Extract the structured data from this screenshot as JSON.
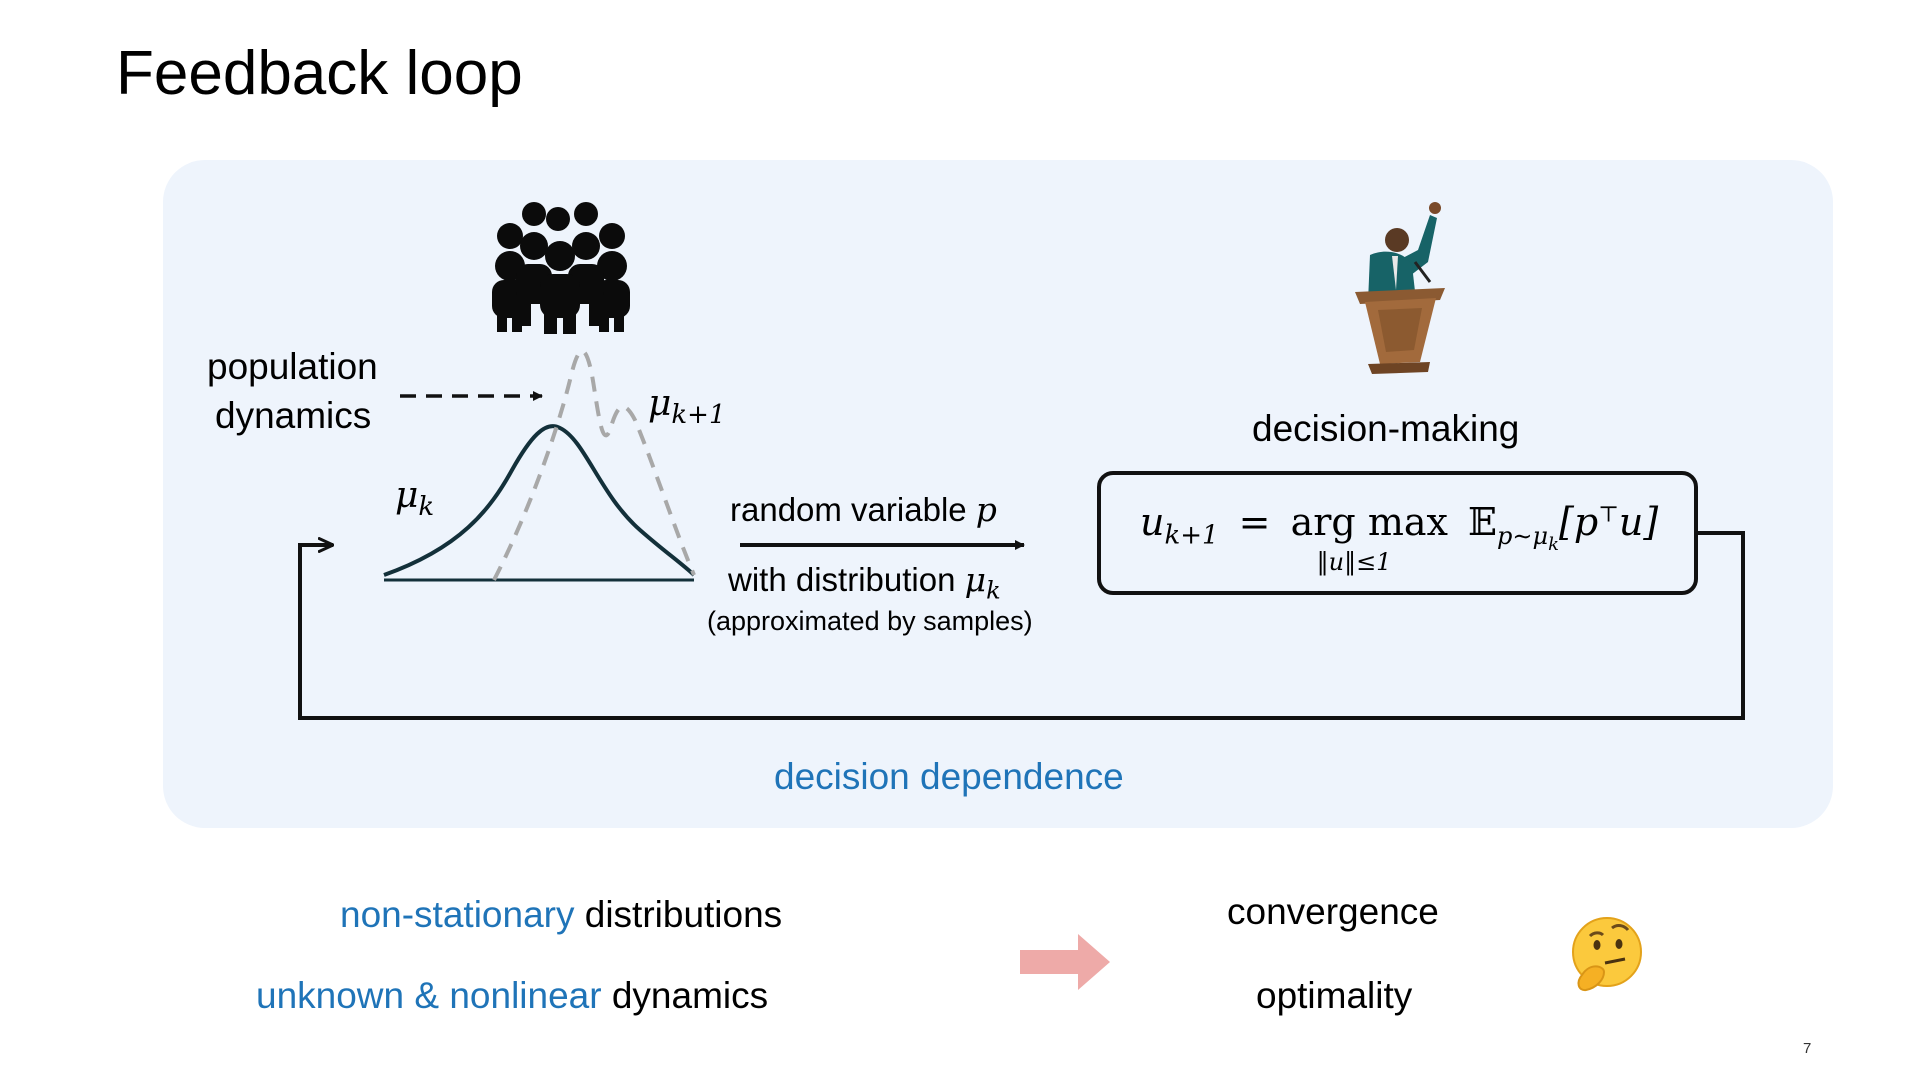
{
  "slide": {
    "title": "Feedback loop",
    "page_number": "7"
  },
  "diagram": {
    "population_label_line1": "population",
    "population_label_line2": "dynamics",
    "mu_k": "μ",
    "mu_k_sub": "k",
    "mu_k1": "μ",
    "mu_k1_sub": "k+1",
    "rv_label": "random variable",
    "rv_symbol": "p",
    "dist_label": "with distribution",
    "dist_symbol": "μ",
    "dist_symbol_sub": "k",
    "approx_note": "(approximated by samples)",
    "decision_label": "decision-making",
    "formula": {
      "lhs": "u",
      "lhs_sub": "k+1",
      "eq": "=",
      "op": "arg max",
      "op_sub": "‖u‖≤1",
      "expect": "𝔼",
      "expect_sub": "p∼μ",
      "expect_sub_sub": "k",
      "body_open": "[p",
      "transpose": "⊤",
      "body_close": "u]"
    },
    "loop_label": "decision dependence"
  },
  "bottom": {
    "row1_highlight": "non-stationary",
    "row1_rest": " distributions",
    "row2_highlight": "unknown & nonlinear",
    "row2_rest": " dynamics",
    "outcome1": "convergence",
    "outcome2": "optimality",
    "thinking_emoji": "🤔"
  },
  "colors": {
    "accent_blue": "#1f74b8",
    "panel_bg": "#eef4fc",
    "arrow_pink": "#eeaaa8",
    "curve_dark": "#13303a",
    "curve_dashed": "#a8a8a8"
  }
}
